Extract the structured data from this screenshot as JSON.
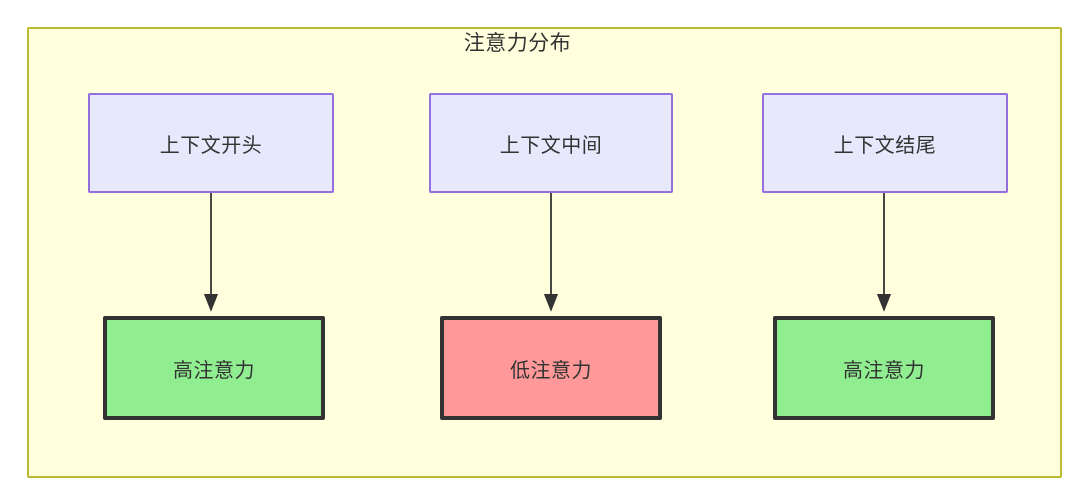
{
  "diagram": {
    "title": "注意力分布",
    "background_color": "#ffffdd",
    "border_color": "#bbbb33",
    "text_color": "#333333",
    "source_node_fill": "#e8e8fd",
    "source_node_border": "#9370db",
    "high_attention_fill": "#90ee90",
    "low_attention_fill": "#ff9999",
    "result_node_border": "#333333",
    "edge_color": "#333333",
    "nodes": {
      "context_start": "上下文开头",
      "context_middle": "上下文中间",
      "context_end": "上下文结尾",
      "attention_high_left": "高注意力",
      "attention_low_middle": "低注意力",
      "attention_high_right": "高注意力"
    },
    "edges": [
      {
        "from": "上下文开头",
        "to": "高注意力",
        "label": ""
      },
      {
        "from": "上下文中间",
        "to": "低注意力",
        "label": ""
      },
      {
        "from": "上下文结尾",
        "to": "高注意力",
        "label": ""
      }
    ]
  }
}
